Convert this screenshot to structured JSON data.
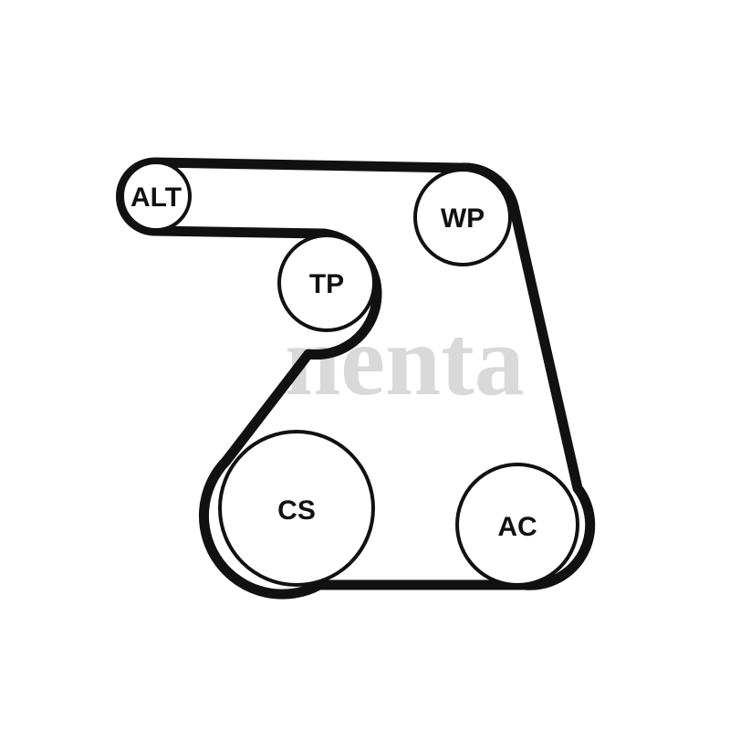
{
  "watermark": "nenta",
  "pulleys": {
    "alt": {
      "label": "ALT"
    },
    "wp": {
      "label": "WP"
    },
    "tp": {
      "label": "TP"
    },
    "cs": {
      "label": "CS"
    },
    "ac": {
      "label": "AC"
    }
  },
  "colors": {
    "belt": "#111111",
    "pulley_fill": "#ffffff",
    "watermark": "#d9d9d9"
  }
}
